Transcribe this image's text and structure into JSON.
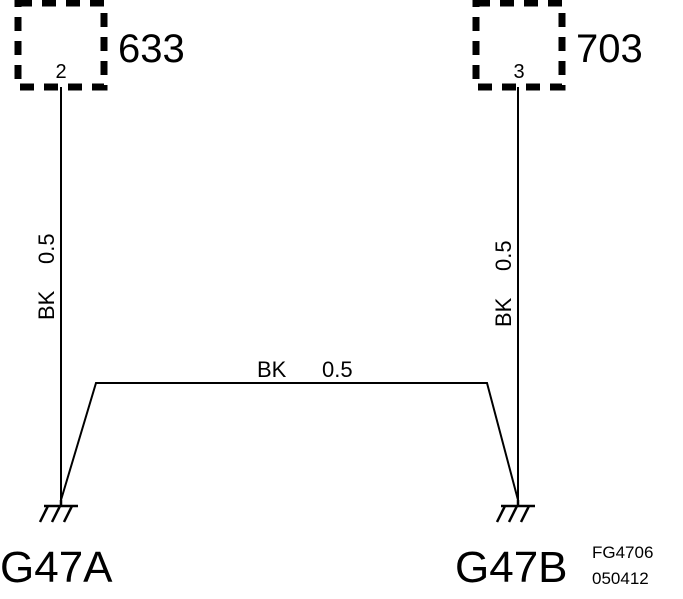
{
  "components": [
    {
      "id": "633",
      "pin": "2"
    },
    {
      "id": "703",
      "pin": "3"
    }
  ],
  "wires": [
    {
      "color": "BK",
      "gauge": "0.5"
    },
    {
      "color": "BK",
      "gauge": "0.5"
    },
    {
      "color": "BK",
      "gauge": "0.5"
    }
  ],
  "grounds": [
    {
      "label": "G47A"
    },
    {
      "label": "G47B"
    }
  ],
  "figure": {
    "code": "FG4706",
    "date": "050412"
  }
}
